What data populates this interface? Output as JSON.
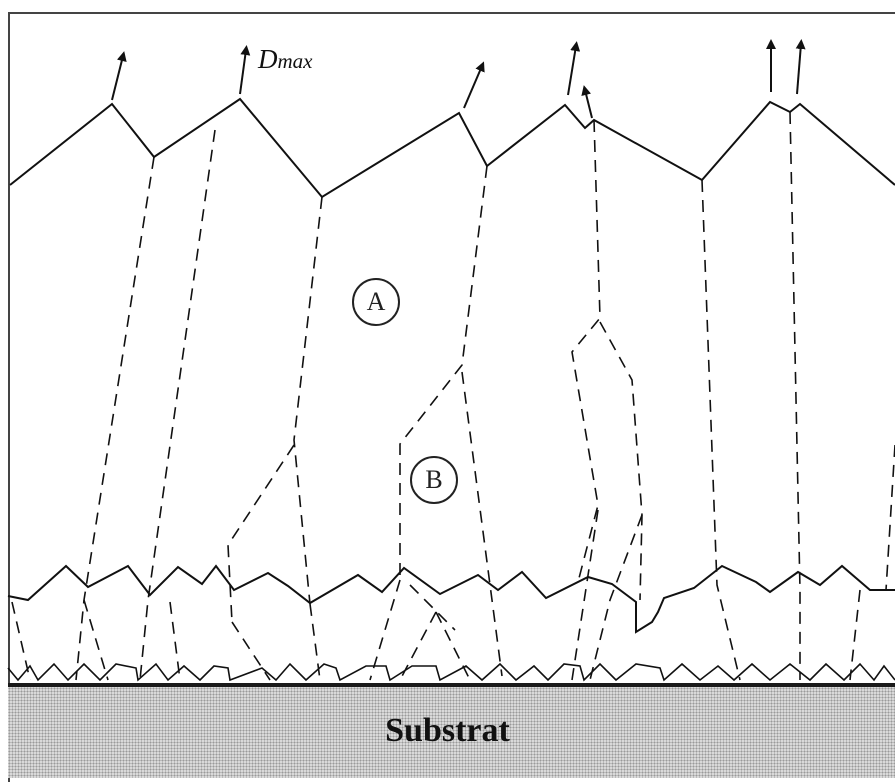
{
  "labels": {
    "substrate": "Substrat",
    "dmax_main": "D",
    "dmax_sub": "max",
    "region_a": "A",
    "region_b": "B"
  },
  "colors": {
    "line": "#111111",
    "substrate_fill": "#d9d9d9"
  }
}
